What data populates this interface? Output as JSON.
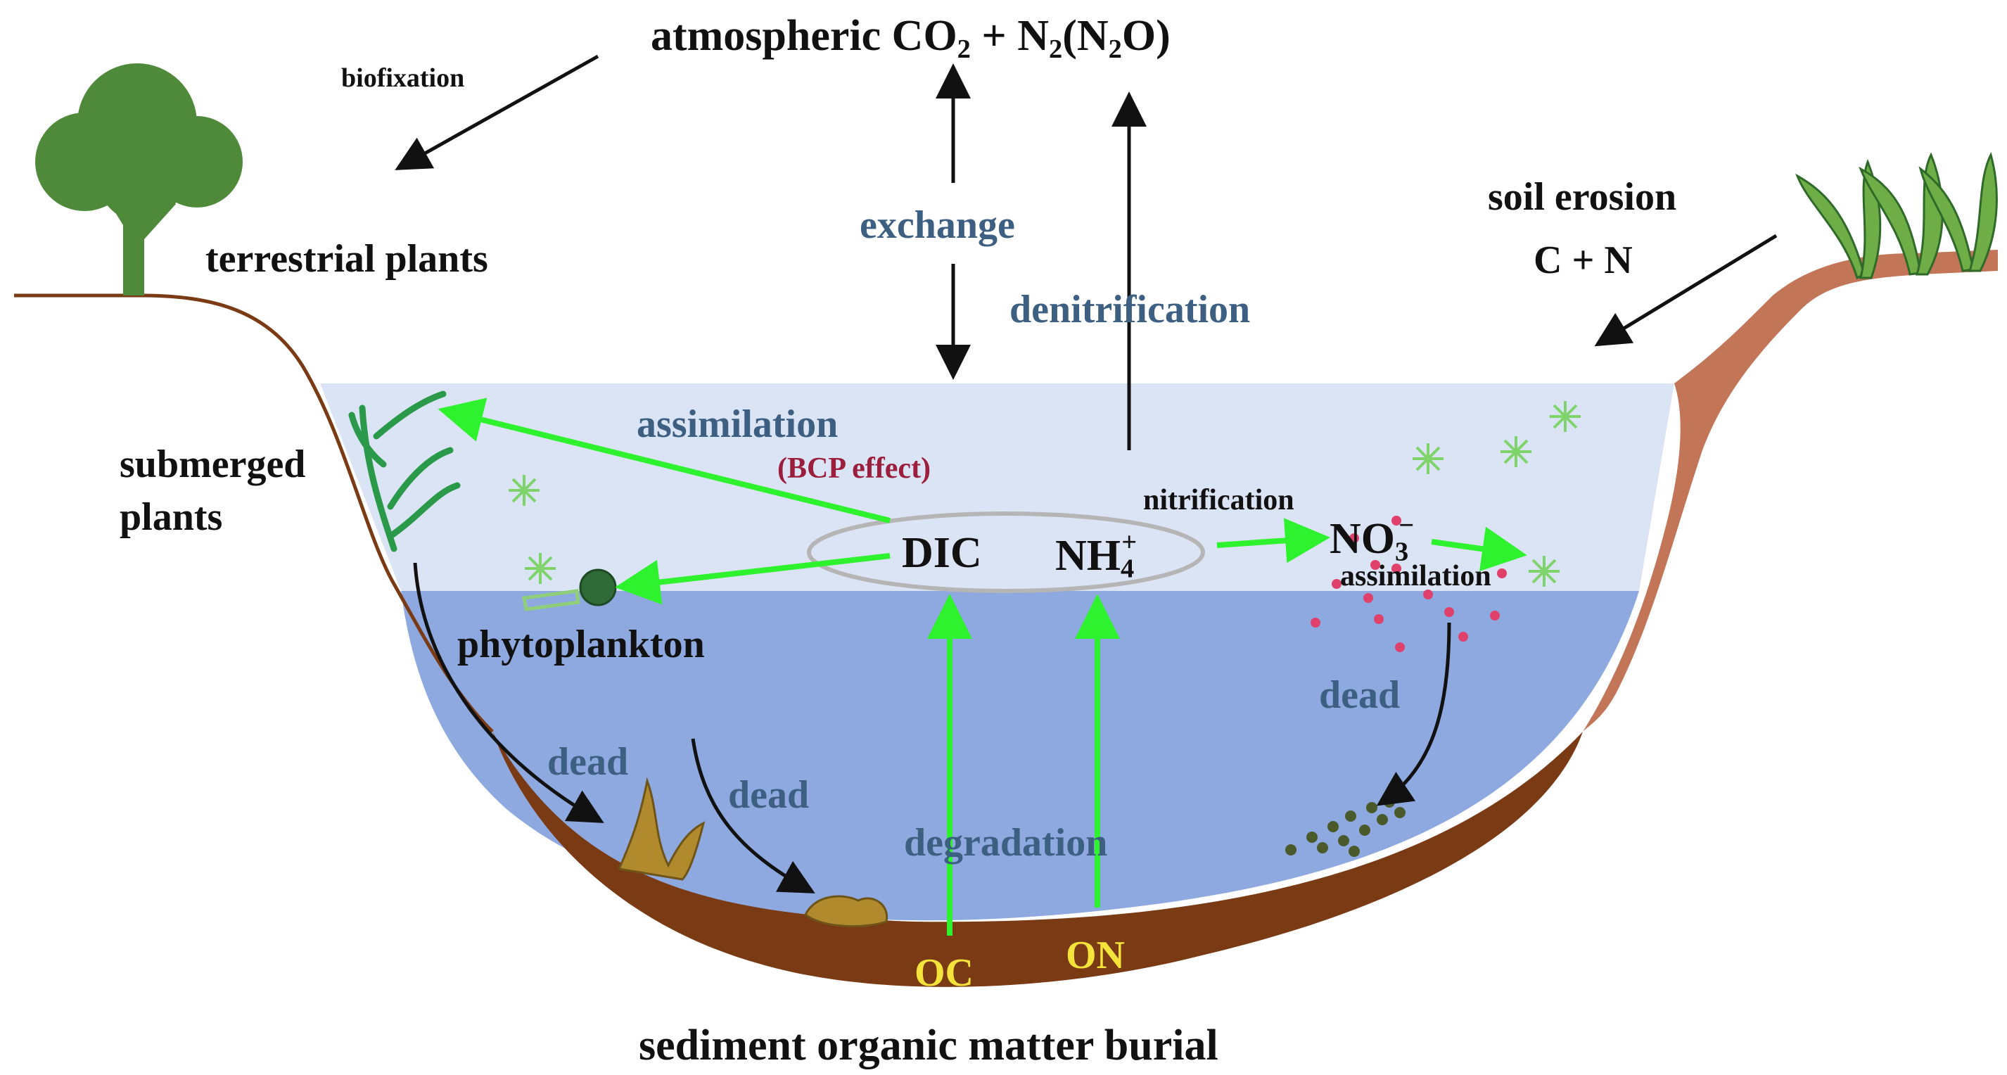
{
  "colors": {
    "surface_water": "#dbe4f4",
    "deep_water": "#8ea9df",
    "sediment": "#7a3a14",
    "bank": "#c27557",
    "flow_arrow": "#2ef22e",
    "black_arrow": "#111111",
    "blue_text": "#3d5f82",
    "bcp_text": "#9b1e3c",
    "sediment_text": "#f3e33a",
    "plant_green": "#4f8a3a",
    "particle_pink": "#e0416b",
    "particle_dark": "#4a5a2a"
  },
  "icons": [
    "tree-icon",
    "reed-icon",
    "seaweed-icon",
    "phytoplankton-icon",
    "algae-icon",
    "dead-plant-icon",
    "particle-icon"
  ],
  "labels": {
    "atmospheric": {
      "prefix": "atmospheric CO",
      "co2_sub": "2",
      "plus": " + N",
      "n2_sub": "2",
      "paren_open": "(N",
      "n2o_sub": "2",
      "paren_close": "O)"
    },
    "biofixation": "biofixation",
    "terrestrial_plants": "terrestrial plants",
    "exchange": "exchange",
    "denitrification": "denitrification",
    "soil_erosion": "soil erosion",
    "c_plus_n": "C + N",
    "submerged_line1": "submerged",
    "submerged_line2": "plants",
    "assimilation": "assimilation",
    "bcp_effect": "(BCP effect)",
    "dic": "DIC",
    "nh4": {
      "base": "NH",
      "sub": "4",
      "sup": "+"
    },
    "nitrification": "nitrification",
    "no3": {
      "base": "NO",
      "sub": "3",
      "sup": "−"
    },
    "assimilation_right": "assimilation",
    "phytoplankton": "phytoplankton",
    "dead_left": "dead",
    "dead_middle": "dead",
    "dead_right": "dead",
    "degradation": "degradation",
    "oc": "OC",
    "on": "ON",
    "burial": "sediment organic matter burial"
  }
}
